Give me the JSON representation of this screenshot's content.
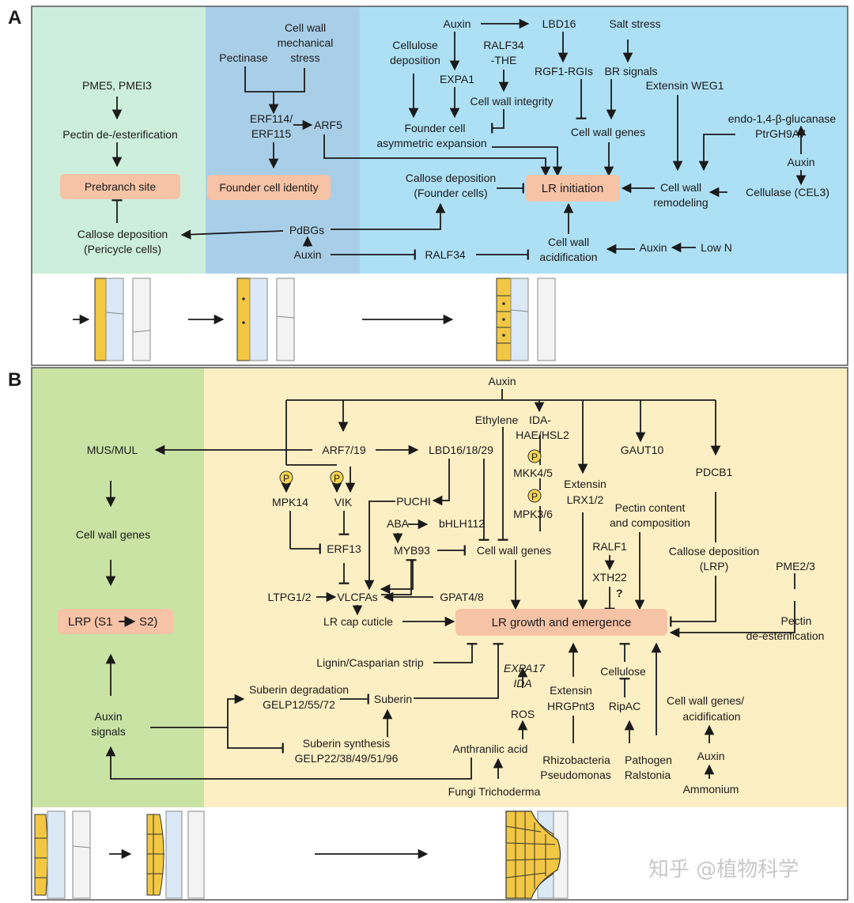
{
  "panel_a": {
    "label": "A",
    "nodes": {
      "pme5": "PME5, PMEI3",
      "pectin_de": "Pectin de-/esterification",
      "prebranch": "Prebranch site",
      "callose_peri_1": "Callose deposition",
      "callose_peri_2": "(Pericycle cells)",
      "pectinase": "Pectinase",
      "cwm_1": "Cell wall",
      "cwm_2": "mechanical",
      "cwm_3": "stress",
      "erf_1": "ERF114/",
      "erf_2": "ERF115",
      "arf5": "ARF5",
      "founder_identity": "Founder cell identity",
      "pdbgs": "PdBGs",
      "auxin_low": "Auxin",
      "ralf34_low": "RALF34",
      "auxin_top": "Auxin",
      "lbd16": "LBD16",
      "salt": "Salt stress",
      "cellulose_1": "Cellulose",
      "cellulose_2": "deposition",
      "expa1": "EXPA1",
      "ralf34the_1": "RALF34",
      "ralf34the_2": "-THE",
      "rgf1": "RGF1-RGIs",
      "br": "BR signals",
      "extensin_weg1": "Extensin WEG1",
      "cwi": "Cell wall integrity",
      "founder_exp_1": "Founder cell",
      "founder_exp_2": "asymmetric expansion",
      "cw_genes_a": "Cell wall genes",
      "endo_1": "endo-1,4-β-glucanase",
      "endo_2": "PtrGH9A7",
      "auxin_right": "Auxin",
      "callose_fc_1": "Callose deposition",
      "callose_fc_2": "(Founder cells)",
      "lr_init": "LR initiation",
      "cwr_1": "Cell wall",
      "cwr_2": "remodeling",
      "cellulase": "Cellulase (CEL3)",
      "acid_1": "Cell wall",
      "acid_2": "acidification",
      "auxin_n": "Auxin",
      "low_n": "Low N"
    }
  },
  "panel_b": {
    "label": "B",
    "nodes": {
      "auxin_top": "Auxin",
      "mus": "MUS/MUL",
      "arf7": "ARF7/19",
      "lbd16_18": "LBD16/18/29",
      "ethylene": "Ethylene",
      "ida_1": "IDA-",
      "ida_2": "HAE/HSL2",
      "gaut10": "GAUT10",
      "pdcb1": "PDCB1",
      "mpk14": "MPK14",
      "vik": "VIK",
      "puchi": "PUCHI",
      "mkk": "MKK4/5",
      "mpk36": "MPK3/6",
      "ext_lrx_1": "Extensin",
      "ext_lrx_2": "LRX1/2",
      "pectin_cc_1": "Pectin content",
      "pectin_cc_2": "and composition",
      "cw_genes_left": "Cell wall genes",
      "aba": "ABA",
      "bhlh": "bHLH112",
      "erf13": "ERF13",
      "myb93": "MYB93",
      "cw_genes_b": "Cell wall genes",
      "ralf1": "RALF1",
      "callose_lrp_1": "Callose deposition",
      "callose_lrp_2": "(LRP)",
      "pme23": "PME2/3",
      "ltpg": "LTPG1/2",
      "vlcfas": "VLCFAs",
      "gpat": "GPAT4/8",
      "xth22": "XTH22",
      "question": "?",
      "lrp": "LRP (S1",
      "lrp_s2": "S2)",
      "lr_cap": "LR cap cuticle",
      "lr_growth": "LR growth and emergence",
      "pectin_de_1": "Pectin",
      "pectin_de_2": "de-esterification",
      "lignin": "Lignin/Casparian strip",
      "expa17": "EXPA17",
      "ida": "IDA",
      "cellulose": "Cellulose",
      "ext_hrg_1": "Extensin",
      "ext_hrg_2": "HRGPnt3",
      "sub_deg_1": "Suberin degradation",
      "sub_deg_2": "GELP12/55/72",
      "suberin": "Suberin",
      "ros": "ROS",
      "ripac": "RipAC",
      "cwg_acid_1": "Cell wall genes/",
      "cwg_acid_2": "acidification",
      "auxin_sig_1": "Auxin",
      "auxin_sig_2": "signals",
      "sub_syn_1": "Suberin synthesis",
      "sub_syn_2": "GELP22/38/49/51/96",
      "anthranilic": "Anthranilic acid",
      "rhizo_1": "Rhizobacteria",
      "rhizo_2": "Pseudomonas",
      "patho_1": "Pathogen",
      "patho_2": "Ralstonia",
      "auxin_amm": "Auxin",
      "ammonium": "Ammonium",
      "fungi": "Fungi Trichoderma"
    },
    "phospho": [
      "P",
      "P",
      "P",
      "P"
    ]
  },
  "watermark": "知乎 @植物科学",
  "colors": {
    "a_green": "#cdeedc",
    "a_blue_dark": "#a9cfe8",
    "a_blue": "#aee0f5",
    "b_green": "#c9e3a5",
    "b_yellow": "#fdefc4",
    "node_salmon": "#f6c3a6",
    "phospho": "#f5d44e",
    "cell_yellow": "#f2c744"
  }
}
